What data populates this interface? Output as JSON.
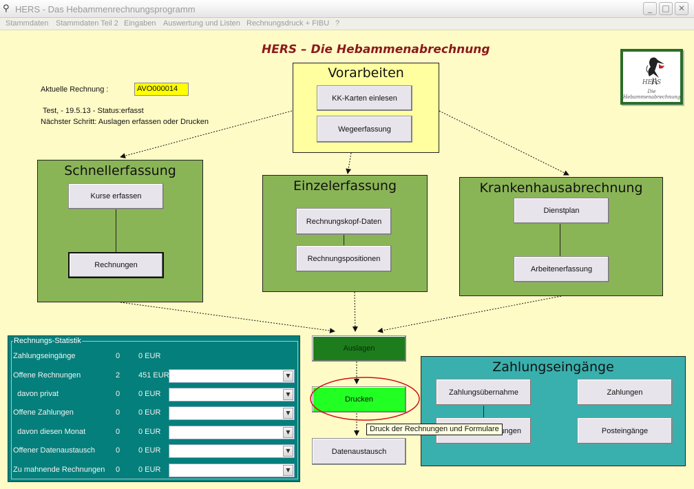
{
  "window": {
    "title": "HERS - Das Hebammenrechnungsprogramm",
    "minimize": "_",
    "maximize": "□",
    "close": "✕"
  },
  "menu": [
    "Stammdaten",
    "Stammdaten Teil 2",
    "Eingaben",
    "Auswertung und Listen",
    "Rechnungsdruck + FIBU",
    "?"
  ],
  "header": {
    "title": "HERS – Die Hebammenabrechnung"
  },
  "invoice": {
    "label": "Aktuelle Rechnung :",
    "value": "AVO000014",
    "status_line": "Test,  - 19.5.13 - Status:erfasst",
    "next_step": "Nächster Schritt: Auslagen erfassen oder Drucken"
  },
  "vorarbeiten": {
    "title": "Vorarbeiten",
    "btn1": "KK-Karten einlesen",
    "btn2": "Wegeerfassung"
  },
  "schnell": {
    "title": "Schnellerfassung",
    "btn1": "Kurse erfassen",
    "btn2": "Rechnungen"
  },
  "einzel": {
    "title": "Einzelerfassung",
    "btn1": "Rechnungskopf-Daten",
    "btn2": "Rechnungspositionen"
  },
  "kranken": {
    "title": "Krankenhausabrechnung",
    "btn1": "Dienstplan",
    "btn2": "Arbeitenerfassung"
  },
  "actions": {
    "auslagen": "Auslagen",
    "drucken": "Drucken",
    "datenaustausch": "Datenaustausch"
  },
  "tooltip": "Druck der Rechnungen und Formulare",
  "zahlung": {
    "title": "Zahlungseingänge",
    "btn1": "Zahlungsübernahme",
    "btn2": "Zahlungen",
    "btn3": "nnungen",
    "btn4": "Posteingänge"
  },
  "stats": {
    "legend": "Rechnungs-Statistik",
    "rows": [
      {
        "label": "Zahlungseingänge",
        "count": "0",
        "amount": "0 EUR"
      },
      {
        "label": "Offene Rechnungen",
        "count": "2",
        "amount": "451 EUR"
      },
      {
        "label": "  davon privat",
        "count": "0",
        "amount": "0 EUR"
      },
      {
        "label": "Offene Zahlungen",
        "count": "0",
        "amount": "0 EUR"
      },
      {
        "label": "  davon diesen Monat",
        "count": "0",
        "amount": "0 EUR"
      },
      {
        "label": "Offener Datenaustausch",
        "count": "0",
        "amount": "0 EUR"
      },
      {
        "label": "Zu mahnende Rechnungen",
        "count": "0",
        "amount": "0 EUR"
      }
    ]
  },
  "logo": {
    "text": "HERS",
    "subtitle": "Die Hebammenabrechnung"
  },
  "icons": {
    "app": "stork-icon",
    "dropdown": "chevron-down-icon",
    "logo": "stork-logo-icon"
  },
  "colors": {
    "background": "#fffbc7",
    "panel_green": "#8ab556",
    "panel_yellow": "#ffffa0",
    "panel_teal": "#39b0ad",
    "stats_bg": "#057f7b",
    "auslagen": "#1d7d1d",
    "drucken": "#22ff22",
    "highlight_ellipse": "#cc1111",
    "header_text": "#8b1a1a",
    "invoice_field": "#ffff00"
  }
}
